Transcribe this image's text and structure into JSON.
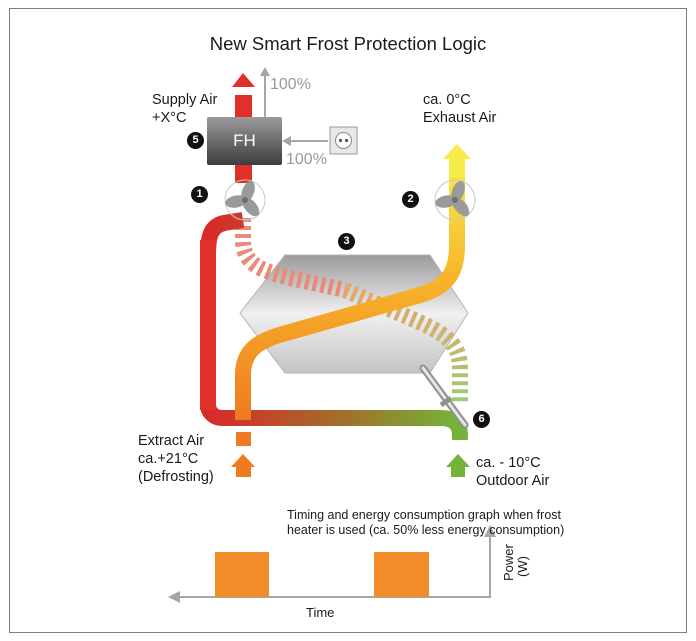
{
  "title": "New Smart Frost Protection Logic",
  "labels": {
    "supply_air": "Supply Air",
    "supply_temp": "+X°C",
    "exhaust_temp": "ca. 0°C",
    "exhaust_air": "Exhaust Air",
    "extract_air": "Extract Air",
    "extract_temp": "ca.+21°C",
    "defrosting": "(Defrosting)",
    "outdoor_temp": "ca. - 10°C",
    "outdoor_air": "Outdoor Air",
    "power_top": "100%",
    "power_side": "100%",
    "frost_heater": "FH"
  },
  "badges": [
    "1",
    "2",
    "3",
    "5",
    "6"
  ],
  "graph": {
    "note_line1": "Timing and energy consumption graph when frost",
    "note_line2": "heater is used (ca. 50% less energy consumption)",
    "xlabel": "Time",
    "ylabel_line1": "Power",
    "ylabel_line2": "(W)",
    "pulses": 2
  },
  "colors": {
    "hot": "#e0302a",
    "warm": "#f39a1e",
    "cold": "#72b43a",
    "exhaust": "#f7e84a",
    "pulse": "#f28c28",
    "axis": "#a6a6a6"
  }
}
